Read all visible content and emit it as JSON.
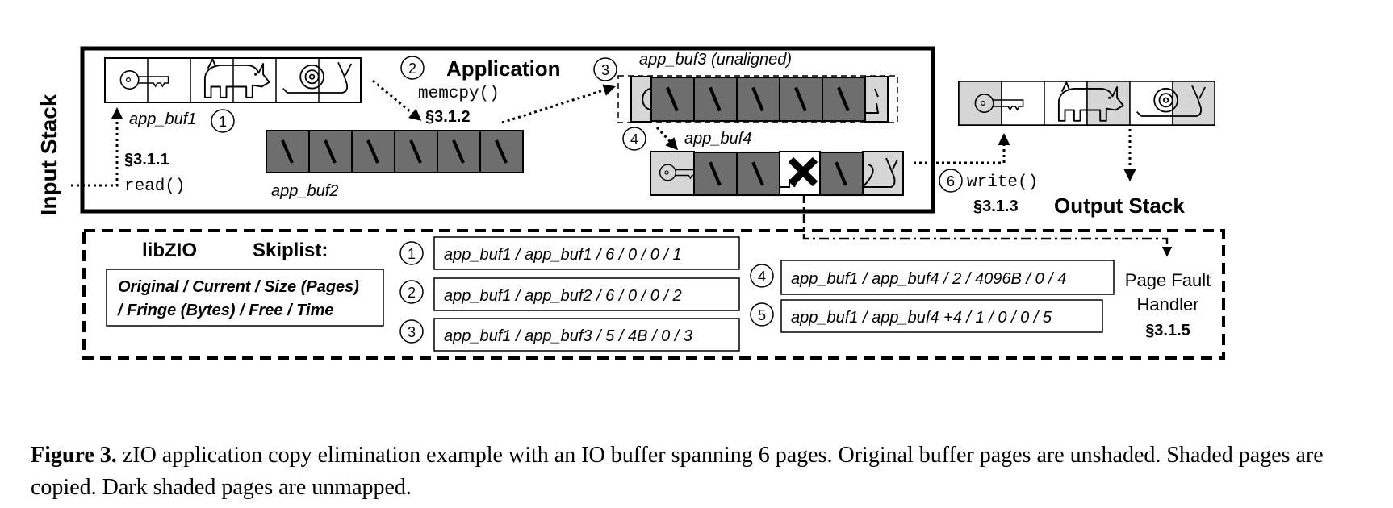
{
  "input_stack": {
    "label": "Input Stack",
    "section": "§3.1.1",
    "call": "read()"
  },
  "output_stack": {
    "label": "Output Stack"
  },
  "application": {
    "title": "Application",
    "step2": "2",
    "memcpy": "memcpy()",
    "section": "§3.1.2",
    "app_buf1": "app_buf1",
    "step1": "1",
    "app_buf2": "app_buf2",
    "step3": "3",
    "app_buf3": "app_buf3 (unaligned)",
    "step4": "4",
    "app_buf4": "app_buf4"
  },
  "write": {
    "step": "6",
    "call": "write()",
    "section": "§3.1.3"
  },
  "libzio": {
    "title": "libZIO",
    "skiplist_label": "Skiplist:",
    "legend_line1": "Original / Current / Size (Pages)",
    "legend_line2": "/ Fringe (Bytes) / Free / Time",
    "entries": [
      {
        "num": "1",
        "text": "app_buf1 / app_buf1 / 6 / 0  / 0 / 1"
      },
      {
        "num": "2",
        "text": "app_buf1 / app_buf2 / 6 / 0 / 0 / 2"
      },
      {
        "num": "3",
        "text": "app_buf1 / app_buf3 / 5 / 4B / 0 / 3"
      },
      {
        "num": "4",
        "text": "app_buf1 / app_buf4 / 2 / 4096B / 0 / 4"
      },
      {
        "num": "5",
        "text": "app_buf1 / app_buf4 +4 / 1 / 0 / 0 / 5"
      }
    ],
    "handler_line1": "Page Fault",
    "handler_line2": "Handler",
    "handler_section": "§3.1.5"
  },
  "caption": {
    "label": "Figure 3.",
    "text": " zIO application copy elimination example with an IO buffer spanning 6 pages. Original buffer pages are unshaded. Shaded pages are copied. Dark shaded pages are unmapped."
  },
  "colors": {
    "dark_page": "#6e6e6e",
    "light_page": "#d6d6d6",
    "unshaded_page": "#ffffff"
  },
  "icons": [
    "key-icon",
    "rhino-icon",
    "snail-icon",
    "x-mark-icon"
  ]
}
